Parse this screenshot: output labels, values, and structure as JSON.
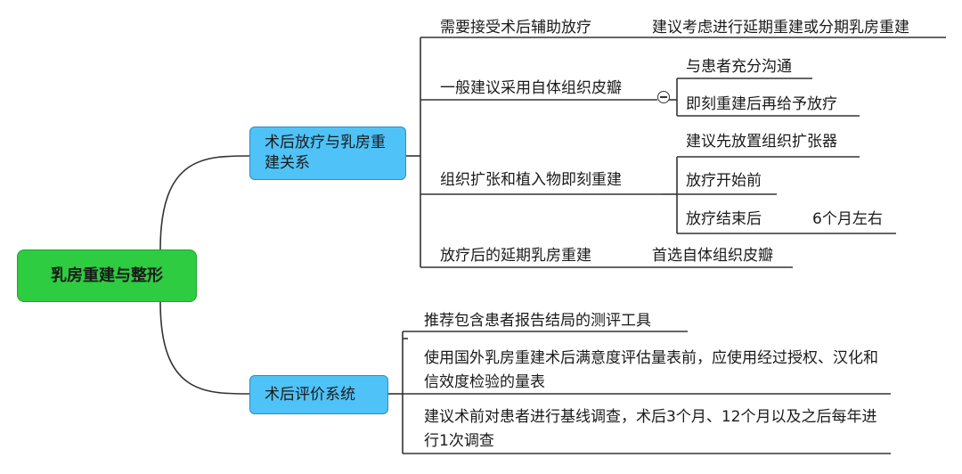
{
  "root": "乳房重建与整形",
  "branches": [
    {
      "label": "术后放疗与乳房重建关系",
      "children": [
        {
          "label": "需要接受术后辅助放疗",
          "children": [
            "建议考虑进行延期重建或分期乳房重建"
          ]
        },
        {
          "label": "一般建议采用自体组织皮瓣",
          "children": [
            "与患者充分沟通",
            "即刻重建后再给予放疗"
          ]
        },
        {
          "label": "组织扩张和植入物即刻重建",
          "children": [
            "建议先放置组织扩张器",
            "放疗开始前",
            "放疗结束后"
          ],
          "grandchild": "6个月左右"
        },
        {
          "label": "放疗后的延期乳房重建",
          "children": [
            "首选自体组织皮瓣"
          ]
        }
      ]
    },
    {
      "label": "术后评价系统",
      "children": [
        {
          "label": "推荐包含患者报告结局的测评工具"
        },
        {
          "label": "使用国外乳房重建术后满意度评估量表前，应使用经过授权、汉化和信效度检验的量表"
        },
        {
          "label": "建议术前对患者进行基线调查，术后3个月、12个月以及之后每年进行1次调查"
        }
      ]
    }
  ],
  "colors": {
    "root": "#2ecc40",
    "mid": "#4fc3f7",
    "line": "#333333"
  }
}
